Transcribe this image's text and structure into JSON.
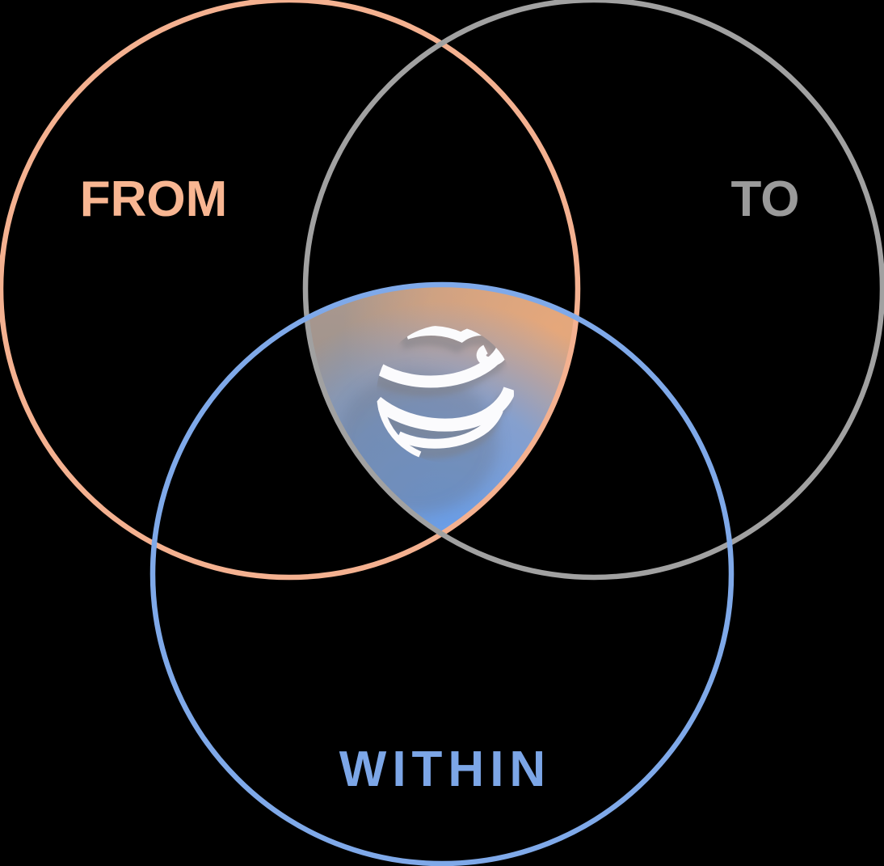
{
  "background_color": "#000000",
  "venn": {
    "circles": [
      {
        "id": "from",
        "label": "FROM",
        "stroke_color": "#F4B190",
        "label_color": "#F8B692"
      },
      {
        "id": "to",
        "label": "TO",
        "stroke_color": "#A1A1A1",
        "label_color": "#9A9A9A"
      },
      {
        "id": "within",
        "label": "WITHIN",
        "stroke_color": "#7FA9E9",
        "label_color": "#7CA6E7"
      }
    ],
    "center": {
      "icon": "swirl-globe-logo",
      "icon_color": "#FBFBFD",
      "icon_shadow_color": "#7E8088",
      "fill_base": "#B59C8D",
      "fill_orange": "#E8A87A",
      "fill_gray": "#98918E",
      "fill_blue": "#6B9EE7"
    }
  }
}
